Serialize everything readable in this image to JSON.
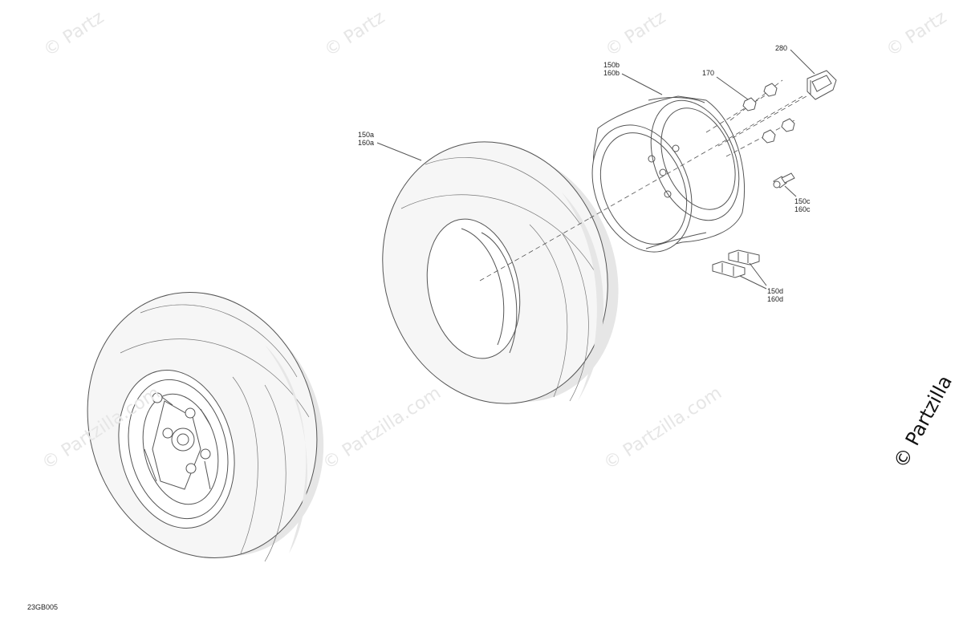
{
  "watermark": {
    "text": "© Partzilla.com",
    "short_text": "© Partz"
  },
  "brand": {
    "text": "© Partzilla"
  },
  "diagram_code": "23GB005",
  "callouts": {
    "c280": "280",
    "c170": "170",
    "c150b": "150b\n160b",
    "c150a": "150a\n160a",
    "c150c": "150c\n160c",
    "c150d": "150d\n160d"
  },
  "colors": {
    "line": "#555555",
    "tire_fill": "#f6f6f6",
    "tire_shade": "#e6e6e6",
    "watermark": "#e6e6e6"
  }
}
